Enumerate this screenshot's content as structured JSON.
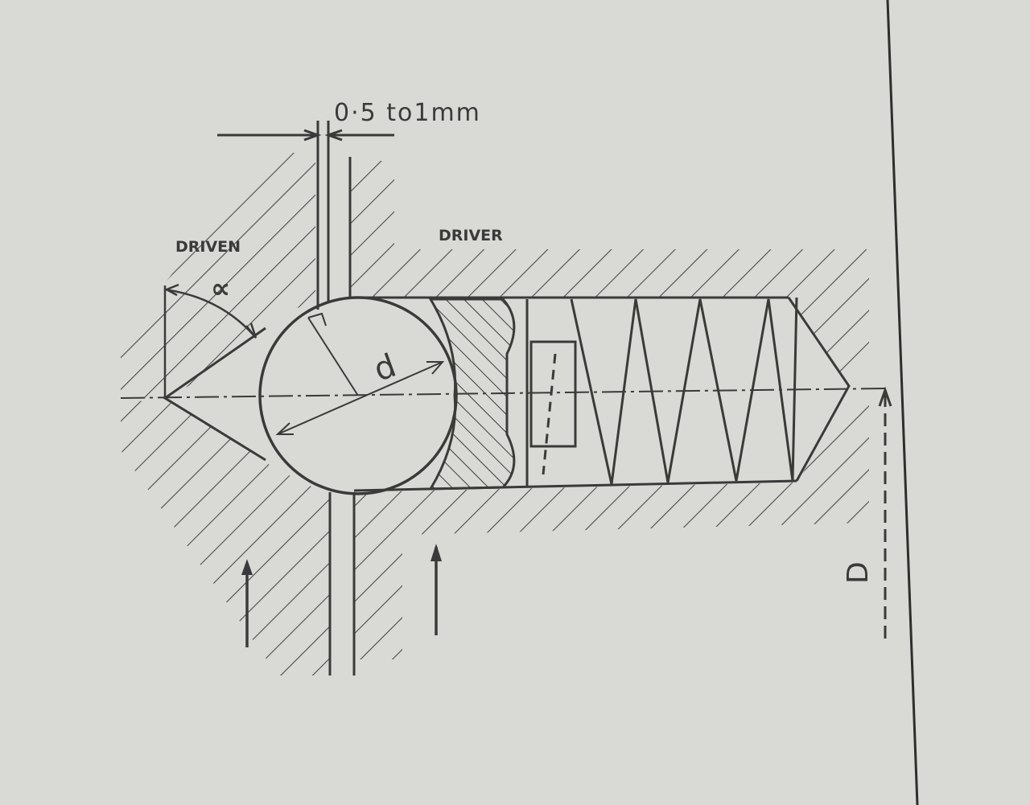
{
  "labels": {
    "gap": "0·5 to1mm",
    "driven": "DRIVEN",
    "driver": "DRIVER",
    "alpha": "∝",
    "ball_dia": "d",
    "outer_dia": "D"
  },
  "colors": {
    "paper": "#d9d9d6",
    "ink": "#3a3a3a"
  }
}
